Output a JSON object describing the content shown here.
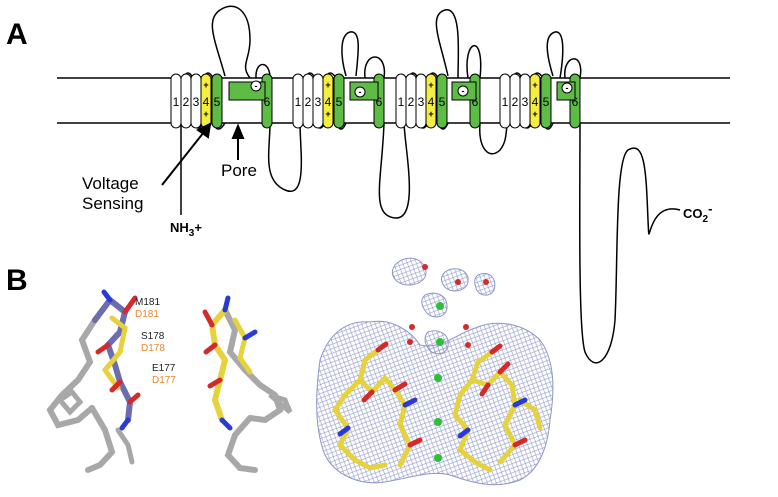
{
  "panels": {
    "a": "A",
    "b": "B"
  },
  "channel": {
    "segments": [
      "1",
      "2",
      "3",
      "4",
      "5",
      "6"
    ],
    "s4_charge": "+",
    "pore_charge": "-",
    "domains": 4
  },
  "labels": {
    "voltage_sensing_line1": "Voltage",
    "voltage_sensing_line2": "Sensing",
    "pore": "Pore",
    "n_terminus": "NH",
    "n_terminus_sub": "3",
    "n_terminus_sup": "+",
    "c_terminus": "CO",
    "c_terminus_sub": "2",
    "c_terminus_sup": "-"
  },
  "residues": [
    {
      "wt": "M181",
      "mut": "D181"
    },
    {
      "wt": "S178",
      "mut": "D178"
    },
    {
      "wt": "E177",
      "mut": "D177"
    }
  ],
  "colors": {
    "voltage_sensor": "#f5ee3c",
    "pore_domain": "#5dbb46",
    "helix_white": "#ffffff",
    "mutant_label": "#e8892a",
    "density_mesh": "#8d96c8",
    "carbon_yellow": "#e6d23c",
    "carbon_gray": "#a8a8a8",
    "carbon_slate": "#6c6cb0",
    "oxygen": "#d42a2a",
    "nitrogen": "#2a3ad4",
    "ion": "#2fbf3a"
  }
}
